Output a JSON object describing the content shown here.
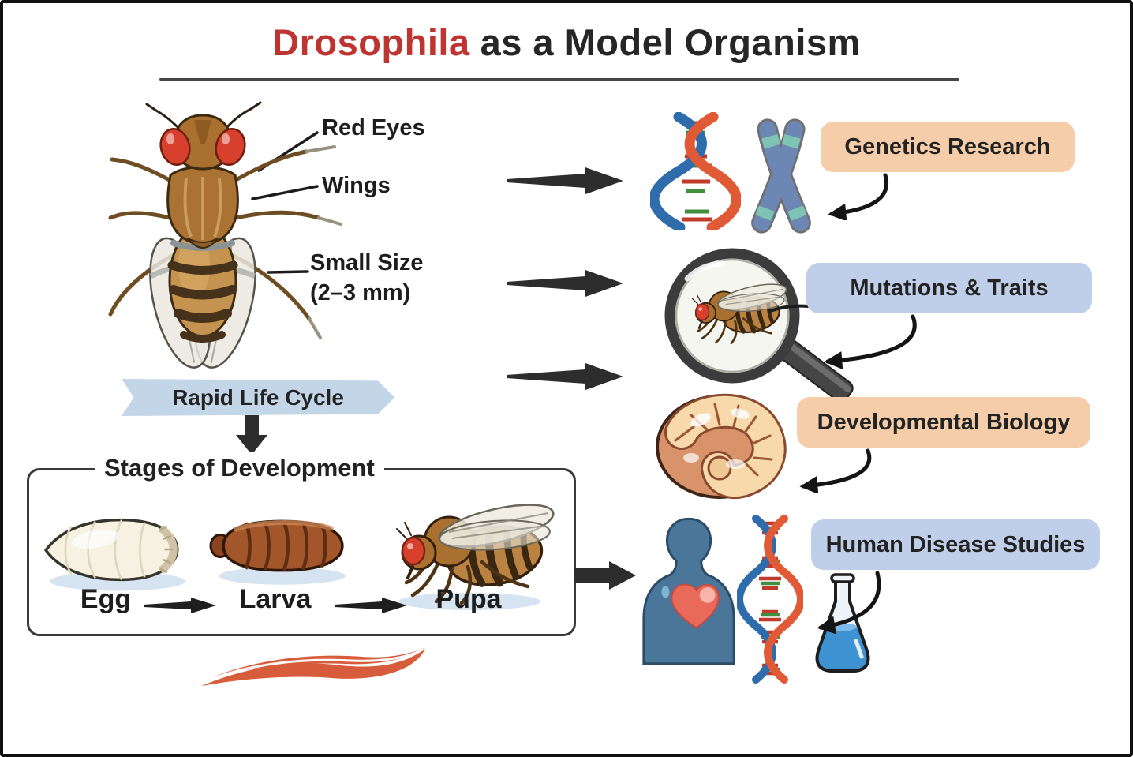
{
  "title": {
    "emphasis": "Drosophila",
    "rest": "as a Model Organism"
  },
  "fly_figure": {
    "labels": [
      {
        "text": "Red Eyes"
      },
      {
        "text": "Wings"
      },
      {
        "text": "Small Size",
        "subtext": "(2–3 mm)"
      }
    ]
  },
  "life_cycle": {
    "banner_label": "Rapid Life Cycle",
    "banner_color": "#c3d6e8",
    "box_title": "Stages of Development",
    "stages": [
      {
        "label": "Egg",
        "icon": "egg-icon"
      },
      {
        "label": "Larva",
        "icon": "larva-icon"
      },
      {
        "label": "Pupa",
        "icon": "adult-fly-icon"
      }
    ]
  },
  "applications": [
    {
      "label": "Genetics Research",
      "badge_color": "#f5cda9",
      "icons": [
        "dna-icon",
        "chromosome-icon"
      ]
    },
    {
      "label": "Mutations & Traits",
      "badge_color": "#bfcfe9",
      "icons": [
        "magnifier-fly-icon"
      ]
    },
    {
      "label": "Developmental Biology",
      "badge_color": "#f5cda9",
      "icons": [
        "embryo-icon"
      ]
    },
    {
      "label": "Human Disease Studies",
      "badge_color": "#bfcfe9",
      "icons": [
        "human-heart-icon",
        "dna-icon",
        "flask-icon"
      ]
    }
  ],
  "colors": {
    "title_emphasis": "#bd3430",
    "text_dark": "#262626",
    "arrow": "#2d2d2d",
    "dna_blue": "#2f6cab",
    "dna_orange": "#e05a35",
    "eye_red": "#d8402e",
    "swoosh_red": "#d65c3b",
    "badge_peach": "#f5cda9",
    "badge_blue": "#bfcfe9"
  }
}
